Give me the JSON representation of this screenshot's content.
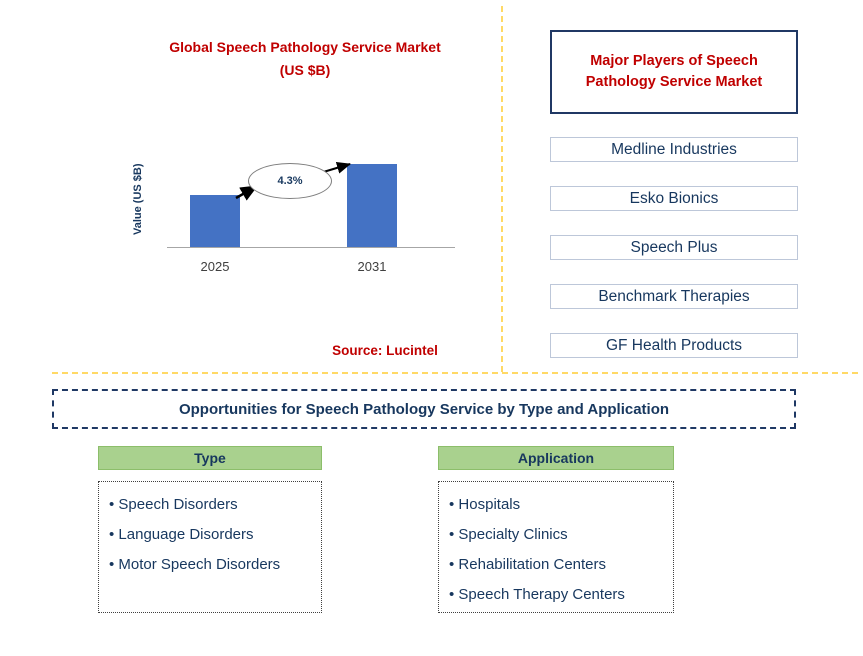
{
  "chart": {
    "title": "Global Speech Pathology Service Market",
    "subtitle": "(US $B)",
    "ylabel": "Value (US $B)",
    "annotation": "4.3%",
    "x_labels": [
      "2025",
      "2031"
    ],
    "source": "Source: Lucintel"
  },
  "chart_data": {
    "type": "bar",
    "categories": [
      "2025",
      "2031"
    ],
    "values": [
      1.0,
      1.58
    ],
    "values_note": "relative heights; y-axis is unlabeled",
    "title": "Global Speech Pathology Service Market (US $B)",
    "xlabel": "",
    "ylabel": "Value (US $B)",
    "annotation": "4.3% growth from 2025 to 2031",
    "bar_color": "#4472C4",
    "grid": false,
    "legend": false
  },
  "players": {
    "title": "Major Players of Speech Pathology Service Market",
    "items": [
      "Medline Industries",
      "Esko Bionics",
      "Speech Plus",
      "Benchmark Therapies",
      "GF Health Products"
    ]
  },
  "opportunities": {
    "title": "Opportunities for Speech Pathology Service by Type and Application"
  },
  "type_section": {
    "header": "Type",
    "items": [
      "Speech Disorders",
      "Language Disorders",
      "Motor Speech Disorders"
    ]
  },
  "application_section": {
    "header": "Application",
    "items": [
      "Hospitals",
      "Specialty Clinics",
      "Rehabilitation Centers",
      "Speech Therapy Centers"
    ]
  },
  "colors": {
    "accent_red": "#C00000",
    "navy": "#17375E",
    "bar_blue": "#4472C4",
    "green_header": "#A9D18E",
    "divider_yellow": "#FFD966"
  }
}
